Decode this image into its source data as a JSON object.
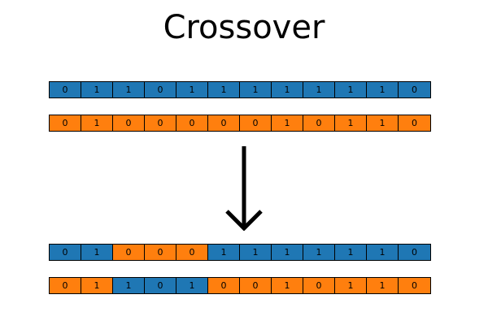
{
  "title": "Crossover",
  "colors": {
    "blue": "#1f77b4",
    "orange": "#ff7f0e",
    "border": "#000000"
  },
  "arrow_icon": "down-arrow-icon",
  "rows": [
    {
      "id": "parent-1",
      "bits": [
        "0",
        "1",
        "1",
        "0",
        "1",
        "1",
        "1",
        "1",
        "1",
        "1",
        "1",
        "0"
      ],
      "colors": [
        "blue",
        "blue",
        "blue",
        "blue",
        "blue",
        "blue",
        "blue",
        "blue",
        "blue",
        "blue",
        "blue",
        "blue"
      ]
    },
    {
      "id": "parent-2",
      "bits": [
        "0",
        "1",
        "0",
        "0",
        "0",
        "0",
        "0",
        "1",
        "0",
        "1",
        "1",
        "0"
      ],
      "colors": [
        "orange",
        "orange",
        "orange",
        "orange",
        "orange",
        "orange",
        "orange",
        "orange",
        "orange",
        "orange",
        "orange",
        "orange"
      ]
    },
    {
      "id": "child-1",
      "bits": [
        "0",
        "1",
        "0",
        "0",
        "0",
        "1",
        "1",
        "1",
        "1",
        "1",
        "1",
        "0"
      ],
      "colors": [
        "blue",
        "blue",
        "orange",
        "orange",
        "orange",
        "blue",
        "blue",
        "blue",
        "blue",
        "blue",
        "blue",
        "blue"
      ]
    },
    {
      "id": "child-2",
      "bits": [
        "0",
        "1",
        "1",
        "0",
        "1",
        "0",
        "0",
        "1",
        "0",
        "1",
        "1",
        "0"
      ],
      "colors": [
        "orange",
        "orange",
        "blue",
        "blue",
        "blue",
        "orange",
        "orange",
        "orange",
        "orange",
        "orange",
        "orange",
        "orange"
      ]
    }
  ]
}
